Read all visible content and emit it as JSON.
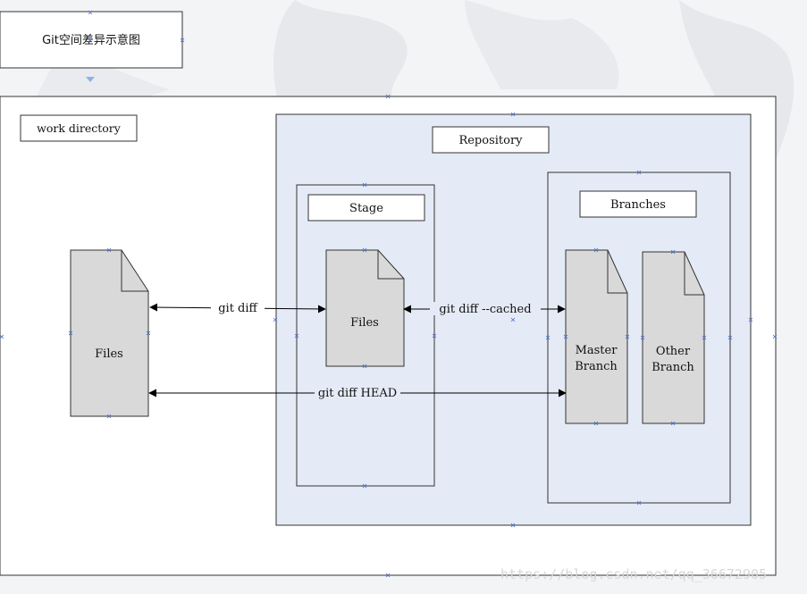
{
  "title_box": {
    "text": "Git空间差异示意图"
  },
  "work_directory": {
    "label": "work directory",
    "files_label": "Files"
  },
  "repository": {
    "label": "Repository",
    "stage": {
      "label": "Stage",
      "files_label": "Files"
    },
    "branches": {
      "label": "Branches",
      "master": {
        "line1": "Master",
        "line2": "Branch"
      },
      "other": {
        "line1": "Other",
        "line2": "Branch"
      }
    }
  },
  "arrows": {
    "git_diff": "git diff",
    "git_diff_cached": "git diff --cached",
    "git_diff_head": "git diff HEAD"
  },
  "watermark": "https://blog.csdn.net/qq_36672905"
}
